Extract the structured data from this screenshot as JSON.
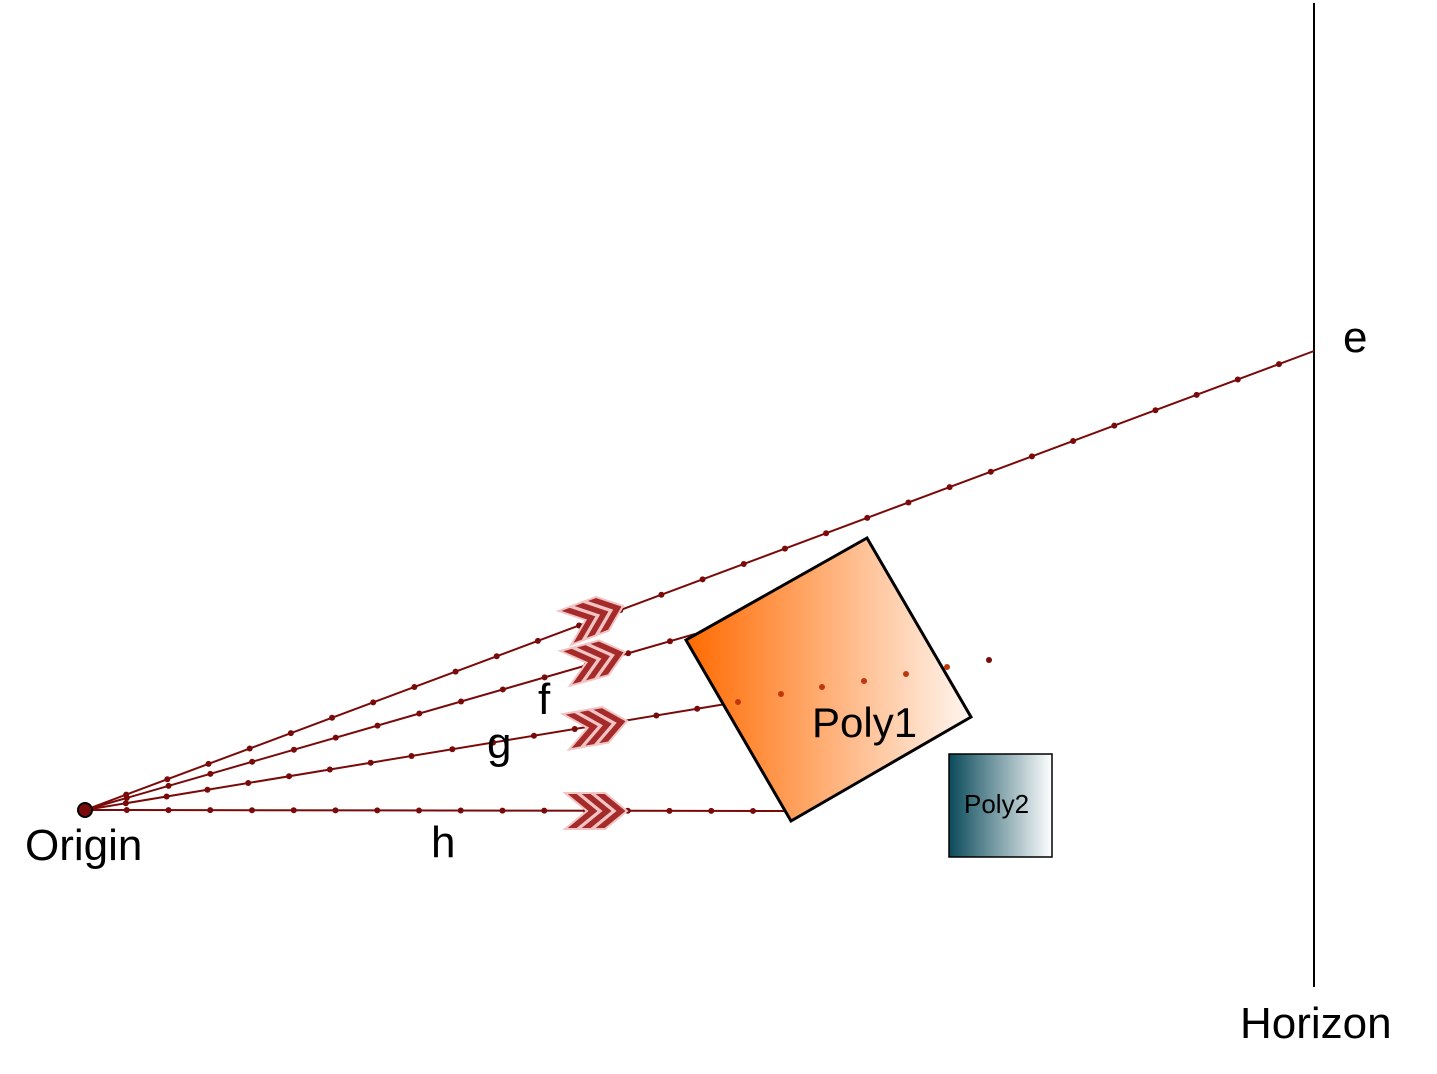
{
  "labels": {
    "origin": "Origin",
    "horizon": "Horizon",
    "ray_e": "e",
    "ray_f": "f",
    "ray_g": "g",
    "ray_h": "h",
    "poly1": "Poly1",
    "poly2": "Poly2"
  },
  "colors": {
    "ray": "#7a0a0a",
    "arrow_fill": "#a52a2a",
    "arrow_stripe": "#f2c4c4",
    "poly1_start": "#ff6a00",
    "poly1_end": "#fff6f0",
    "poly2_start": "#0a4a5a",
    "poly2_end": "#ffffff",
    "horizon": "#000000",
    "dot_inside": "#c0380a"
  }
}
